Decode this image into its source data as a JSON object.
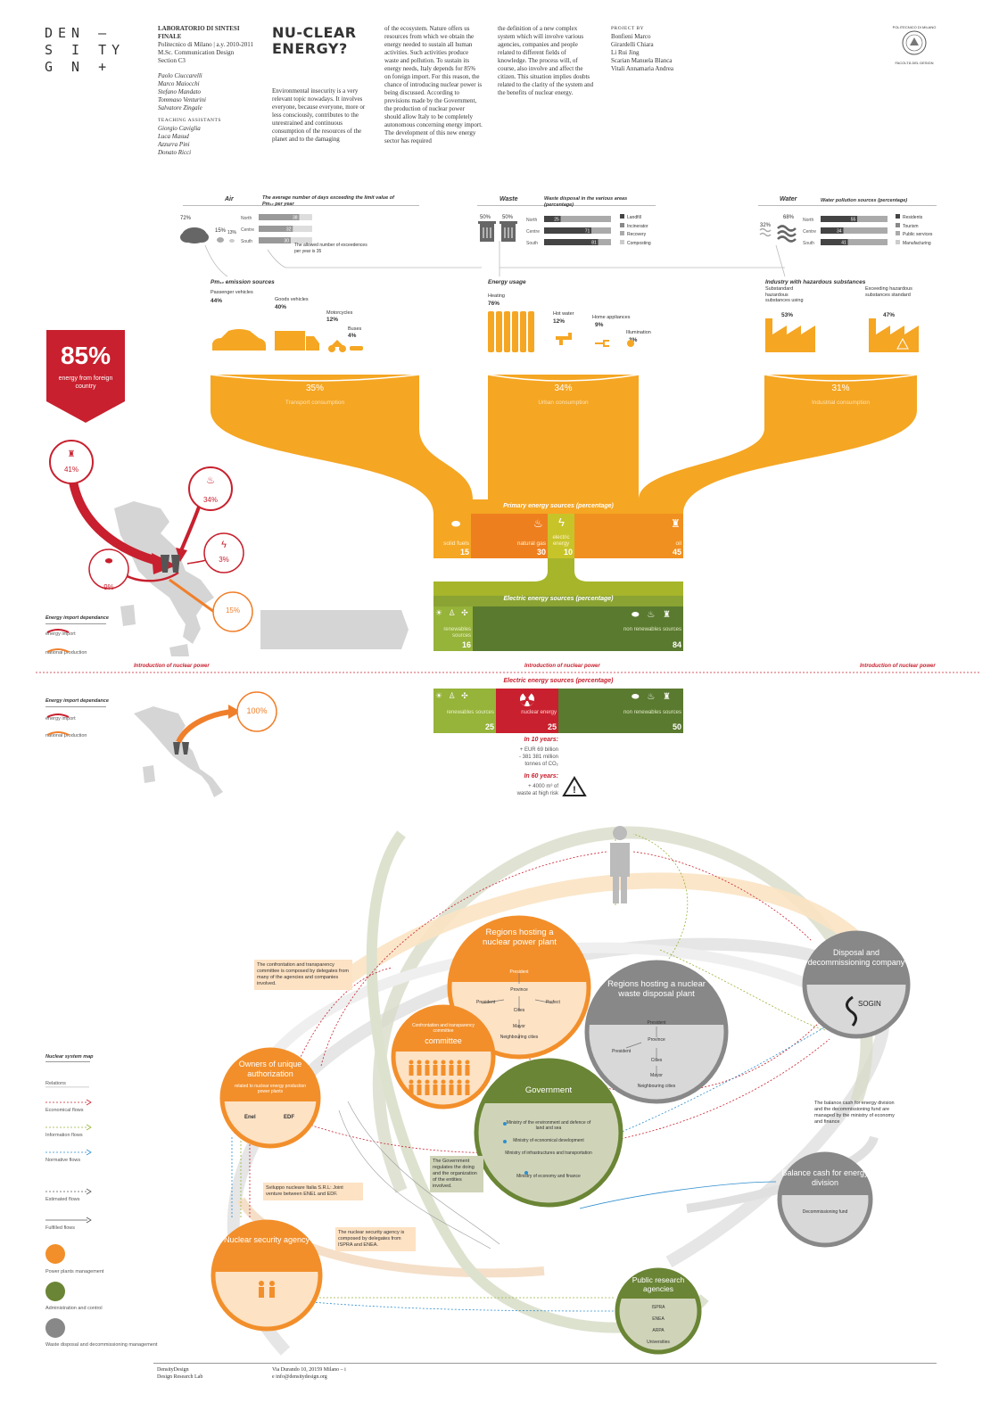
{
  "header": {
    "logo_lines": [
      "DEN –",
      "S I TY",
      "G N +"
    ],
    "lab_title": "LABORATORIO DI SINTESI FINALE",
    "lab_lines": [
      "Politecnico di Milano | a.y. 2010-2011",
      "M.Sc. Communication Design",
      "Section C3"
    ],
    "authors": [
      "Paolo Ciuccarelli",
      "Marco Maiocchi",
      "Stefano Mandato",
      "Tommaso Venturini",
      "Salvatore Zingale"
    ],
    "assistants_title": "TEACHING ASSISTANTS",
    "assistants": [
      "Giorgio Caviglia",
      "Luca Masud",
      "Azzurra Pini",
      "Donato Ricci"
    ],
    "title_lines": [
      "NU-CLEAR",
      "ENERGY?"
    ],
    "intro": "Environmental insecurity is a very relevant topic nowadays. It involves everyone, because everyone, more or less consciously, contributes to the unrestrained and continuous consumption of the resources of the planet and to the damaging",
    "col2": "of the ecosystem. Nature offers us resources from which we obtain the energy needed to sustain all human activities. Such activities produce waste and pollution. To sustain its energy needs, Italy depends for 85% on foreign import. For this reason, the chance of introducing nuclear power is being discussed. According to previsions made by the Government, the production of nuclear power should allow Italy to be completely autonomous concerning energy import. The development of this new energy sector has required",
    "col3": "the definition of a new complex system which will involve various agencies, companies and people related to different fields of knowledge. The process will, of course, also involve and affect the citizen. This situation implies doubts related to the clarity of the system and the benefits of nuclear energy.",
    "project_title": "PROJECT BY",
    "project": [
      "Bonfieni Marco",
      "Girardelli Chiara",
      "Li Rui Jing",
      "Scarian Manuela Blanca",
      "Vitali Annamaria Andrea"
    ],
    "seal_top": "POLITECNICO DI MILANO",
    "seal_bottom": "FACOLTÀ DEL DESIGN"
  },
  "air": {
    "title": "Air",
    "pcts": [
      "72%",
      "15%",
      "13%"
    ],
    "chart_title": "The average number of days exceeding the limit value of Pm₁₀ per year",
    "rows": [
      {
        "label": "North",
        "value": 38
      },
      {
        "label": "Centre",
        "value": 32
      },
      {
        "label": "South",
        "value": 30
      }
    ],
    "note": "The allowed number of exceedences per year is 35",
    "pm_title": "Pm₁₀ emission sources",
    "sources": [
      {
        "label": "Passenger vehicles",
        "value": "44%"
      },
      {
        "label": "Goods vehicles",
        "value": "40%"
      },
      {
        "label": "Motorcycles",
        "value": "12%"
      },
      {
        "label": "Buses",
        "value": "4%"
      }
    ]
  },
  "waste": {
    "title": "Waste",
    "pcts": [
      "50%",
      "50%"
    ],
    "chart_title": "Waste disposal in the various areas (percentage)",
    "rows": [
      {
        "label": "North",
        "value": 25
      },
      {
        "label": "Centre",
        "value": 71
      },
      {
        "label": "South",
        "value": 81
      }
    ],
    "legend": [
      "Landfill",
      "Incinerator",
      "Recovery",
      "Composting"
    ],
    "usage_title": "Energy usage",
    "uses": [
      {
        "label": "Heating",
        "value": "76%"
      },
      {
        "label": "Hot water",
        "value": "12%"
      },
      {
        "label": "Home appliances",
        "value": "9%"
      },
      {
        "label": "Illumination",
        "value": "3%"
      }
    ]
  },
  "water": {
    "title": "Water",
    "pcts": [
      "32%",
      "68%"
    ],
    "chart_title": "Water pollution sources (percentage)",
    "rows": [
      {
        "label": "North",
        "value": 55
      },
      {
        "label": "Centre",
        "value": 34
      },
      {
        "label": "South",
        "value": 41
      }
    ],
    "legend": [
      "Residents",
      "Tourism",
      "Public services",
      "Manufacturing"
    ],
    "ind_title": "Industry with hazardous substances",
    "ind": [
      {
        "label": "Substandard hazardous substances using",
        "value": "53%"
      },
      {
        "label": "Exceeding hazardous substances standard",
        "value": "47%"
      }
    ]
  },
  "consumption": [
    {
      "value": "35%",
      "label": "Transport consumption"
    },
    {
      "value": "34%",
      "label": "Urban consumption"
    },
    {
      "value": "31%",
      "label": "Industrial consumption"
    }
  ],
  "import_box": {
    "value": "85%",
    "label": "energy from foreign country"
  },
  "import_circles": [
    "41%",
    "34%",
    "3%",
    "9%",
    "15%"
  ],
  "import_legend": {
    "title": "Energy import dependance",
    "import": "energy import",
    "national": "national production"
  },
  "primary": {
    "title": "Primary energy sources (percentage)",
    "items": [
      {
        "label": "solid fuels",
        "value": "15"
      },
      {
        "label": "natural gas",
        "value": "30"
      },
      {
        "label": "electric energy",
        "value": "10"
      },
      {
        "label": "oil",
        "value": "45"
      }
    ]
  },
  "electric": {
    "title": "Electric energy sources (percentage)",
    "renew": {
      "label": "renewables sources",
      "value": "16"
    },
    "nonrenew": {
      "label": "non renewables sources",
      "value": "84"
    }
  },
  "nuclear_intro": "Introduction of nuclear power",
  "future": {
    "title": "Electric energy sources (percentage)",
    "renew": {
      "label": "renewables sources",
      "value": "25"
    },
    "nuclear": {
      "label": "nuclear energy",
      "value": "25"
    },
    "nonrenew": {
      "label": "non renewables sources",
      "value": "50"
    },
    "y10_title": "In 10 years:",
    "y10_lines": [
      "+ EUR 69 billion",
      "- 381 381 million",
      "tonnes of CO₂"
    ],
    "y60_title": "In 60 years:",
    "y60_lines": [
      "+ 4000 m³ of",
      "waste at high risk"
    ],
    "import_value": "100%"
  },
  "system": {
    "regions_nuclear": {
      "title": "Regions hosting a nuclear power plant",
      "items": [
        "President",
        "Province",
        "President",
        "Prefect",
        "Cities",
        "Mayor",
        "Neighbouring cities"
      ]
    },
    "regions_waste": {
      "title": "Regions hosting a nuclear waste disposal plant",
      "items": [
        "President",
        "Province",
        "President",
        "Cities",
        "Mayor",
        "Neighbouring cities"
      ]
    },
    "disposal": {
      "title": "Disposal and decommissioning company",
      "logo": "SOGIN"
    },
    "committee": {
      "title": "Confrontation and transparency committee",
      "note": "The confrontation and transparency committee is composed by delegates from many of the agencies and companies involved."
    },
    "owners": {
      "title": "Owners of unique authorization",
      "sub": "related to nuclear energy production power plants",
      "logos": [
        "Enel",
        "EDF"
      ],
      "note": "Sviluppo nucleare Italia S.R.L: Joint venture between ENEL and EDF."
    },
    "government": {
      "title": "Government",
      "items": [
        "Ministry of the environment and defence of land and sea",
        "Ministry of economical development",
        "Ministry of infrastructures and transportation",
        "Ministry of economy and finance"
      ],
      "note": "The Government regulates the doing and the organization of the entities involved."
    },
    "balance": {
      "title": "Balance cash for energy division",
      "sub": "Decommissioning fund",
      "note": "The balance cash for energy division and the decommissioning fund are managed by the ministry of economy and finance"
    },
    "agency": {
      "title": "Nuclear security agency",
      "note": "The nuclear security agency is composed by delegates from ISPRA and ENEA."
    },
    "research": {
      "title": "Public research agencies",
      "items": [
        "ISPRA",
        "ENEA",
        "ARPA",
        "Universities"
      ]
    }
  },
  "legend": {
    "title": "Nuclear system map",
    "items": [
      "Relations",
      "Economical flows",
      "Information flows",
      "Normative flows",
      "Estimated flows",
      "Fulfilled flows",
      "Power plants management",
      "Administration and control",
      "Waste disposal and decommissioning management"
    ]
  },
  "footer": {
    "left": [
      "DensityDesign",
      "Design Research Lab"
    ],
    "right": [
      "Via Durando 10, 20159 Milano – i",
      "e info@densitydesign.org"
    ]
  }
}
